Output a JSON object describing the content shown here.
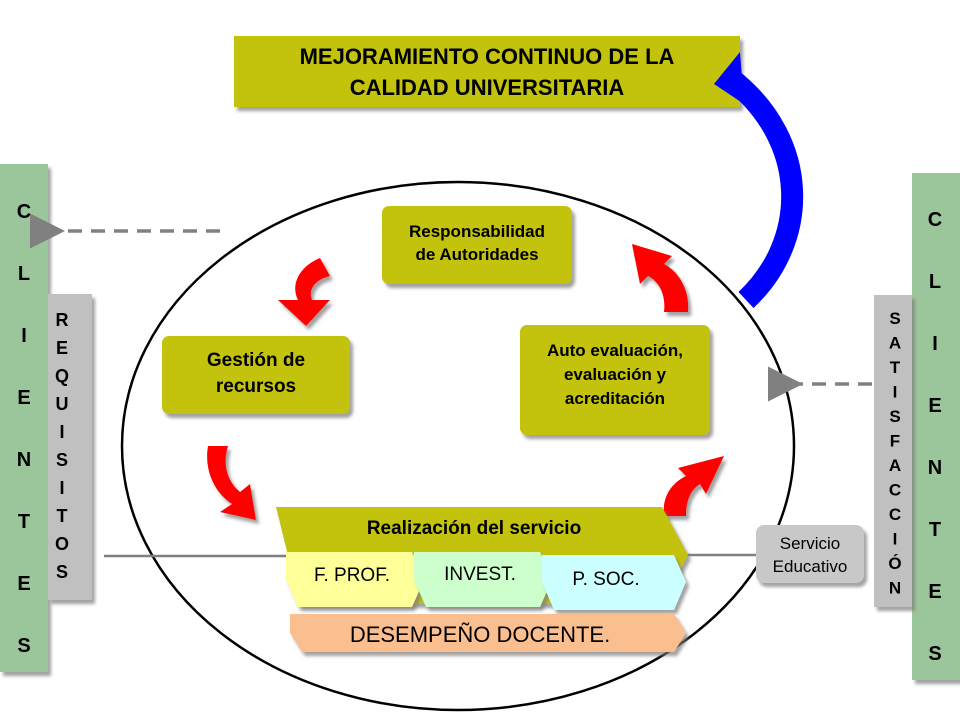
{
  "title": {
    "line1": "MEJORAMIENTO CONTINUO DE LA",
    "line2": "CALIDAD UNIVERSITARIA"
  },
  "clientes_left": {
    "letters": [
      "C",
      "L",
      "I",
      "E",
      "N",
      "T",
      "E",
      "S"
    ]
  },
  "clientes_right": {
    "letters": [
      "C",
      "L",
      "I",
      "E",
      "N",
      "T",
      "E",
      "S"
    ]
  },
  "requisitos": {
    "letters": [
      "R",
      "E",
      "Q",
      "U",
      "I",
      "S",
      "I",
      "T",
      "O",
      "S"
    ]
  },
  "satisfaccion": {
    "letters": [
      "S",
      "A",
      "T",
      "I",
      "S",
      "F",
      "A",
      "C",
      "C",
      "I",
      "Ó",
      "N"
    ]
  },
  "responsabilidad": {
    "line1": "Responsabilidad",
    "line2": "de Autoridades"
  },
  "gestion": {
    "line1": "Gestión de",
    "line2": "recursos"
  },
  "autoevaluacion": {
    "line1": "Auto evaluación,",
    "line2": "evaluación y",
    "line3": "acreditación"
  },
  "realizacion": {
    "label": "Realización del servicio"
  },
  "procesos": {
    "fprof": "F. PROF.",
    "invest": "INVEST.",
    "psoc": "P. SOC."
  },
  "desempeno": {
    "label": "DESEMPEÑO DOCENTE."
  },
  "servicio": {
    "line1": "Servicio",
    "line2": "Educativo"
  },
  "colors": {
    "olive": "#c3c30a",
    "green_column": "#9bc59b",
    "gray_column": "#c0c0c0",
    "red_arrow": "#ff0000",
    "blue_arrow": "#0000ff",
    "yellow": "#ffff99",
    "light_green": "#ccffcc",
    "light_cyan": "#ccffff",
    "peach": "#fbbf8f",
    "gray_box": "#c8c8c8"
  }
}
